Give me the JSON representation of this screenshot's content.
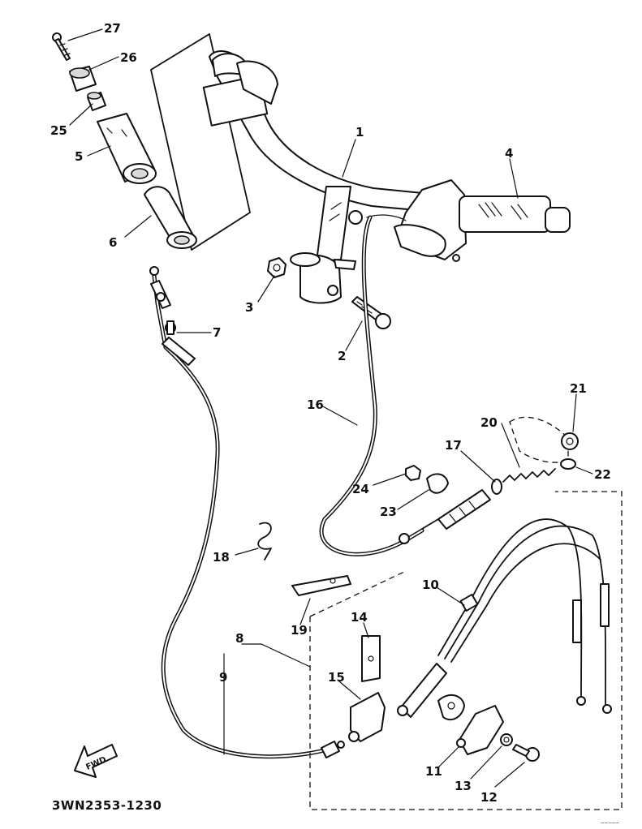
{
  "diagram": {
    "drawing_code": "3WN2353-1230",
    "fwd_label": "FWD",
    "corner_mark": "⌢⌢⌢⌢⌢",
    "callouts": [
      "27",
      "26",
      "25",
      "5",
      "6",
      "1",
      "4",
      "3",
      "2",
      "7",
      "16",
      "21",
      "20",
      "17",
      "22",
      "24",
      "23",
      "18",
      "10",
      "19",
      "8",
      "9",
      "14",
      "15",
      "11",
      "13",
      "12"
    ]
  }
}
